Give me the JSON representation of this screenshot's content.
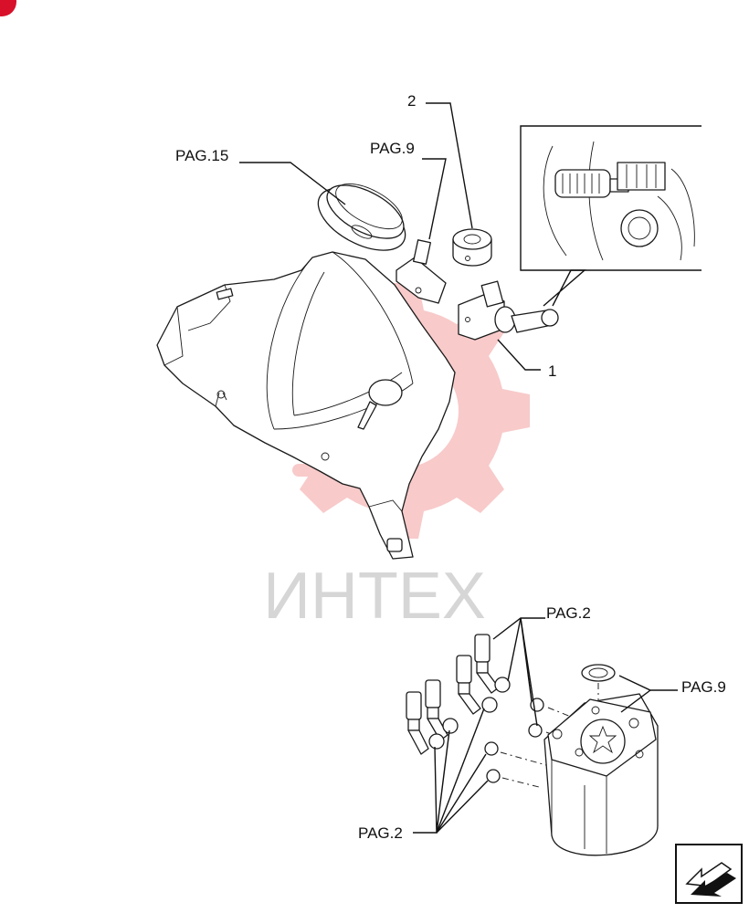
{
  "callouts": {
    "part_1": "1",
    "part_2": "2",
    "ref_pag15": "PAG.15",
    "ref_pag9_top": "PAG.9",
    "ref_pag2_top": "PAG.2",
    "ref_pag9_bottom": "PAG.9",
    "ref_pag2_bottom": "PAG.2"
  },
  "watermark": {
    "text": "ИНТЕХ",
    "color": "#f3a0a0"
  },
  "colors": {
    "line": "#1a1a1a",
    "corner_badge": "#d8102a"
  },
  "icons": {
    "corner": "corner-badge-icon",
    "nav": "next-page-arrow-icon"
  }
}
